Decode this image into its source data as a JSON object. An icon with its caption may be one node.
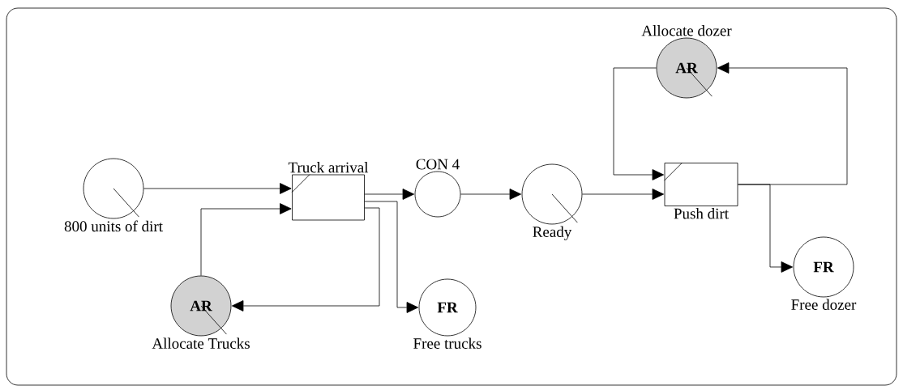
{
  "diagram": {
    "nodes": [
      {
        "text": [
          "800 units of dirt"
        ]
      },
      {
        "text": [
          "Truck arrival"
        ]
      },
      {
        "text": [
          "AR",
          "Allocate Trucks"
        ]
      },
      {
        "text": [
          "CON 4"
        ]
      },
      {
        "text": [
          "Ready"
        ]
      },
      {
        "text": [
          "FR",
          "Free trucks"
        ]
      },
      {
        "text": [
          "Allocate dozer",
          "AR"
        ]
      },
      {
        "text": [
          "Push dirt"
        ]
      },
      {
        "text": [
          "FR",
          "Free dozer"
        ]
      }
    ],
    "edges": [
      {
        "from": 0,
        "to": 1,
        "arrow": "to"
      },
      {
        "from": 2,
        "to": 1,
        "arrow": "to"
      },
      {
        "from": 1,
        "to": 3,
        "arrow": "to"
      },
      {
        "from": 1,
        "to": 2,
        "arrow": "to"
      },
      {
        "from": 1,
        "to": 5,
        "arrow": "to"
      },
      {
        "from": 3,
        "to": 4,
        "arrow": "to"
      },
      {
        "from": 4,
        "to": 7,
        "arrow": "to"
      },
      {
        "from": 6,
        "to": 7,
        "arrow": "to"
      },
      {
        "from": 7,
        "to": 8,
        "arrow": "to"
      },
      {
        "from": 7,
        "to": 6,
        "arrow": "to"
      }
    ]
  }
}
